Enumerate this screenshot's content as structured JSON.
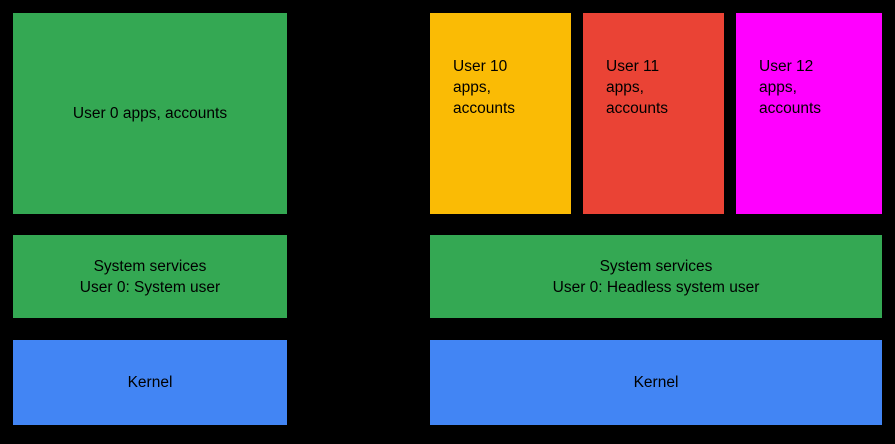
{
  "diagram": {
    "background_color": "#000000",
    "text_color": "#000000",
    "palette": {
      "green": "#34A853",
      "yellow": "#FABB05",
      "red": "#EA4335",
      "magenta": "#FF00FF",
      "blue": "#4285F4"
    },
    "columns": [
      {
        "id": "single-user-stack",
        "layers": [
          {
            "name": "user-apps-layer",
            "label": "User 0 apps, accounts",
            "color": "#34A853"
          },
          {
            "name": "system-services-layer",
            "label": "System services\nUser 0: System user",
            "line1": "System services",
            "line2": "User 0: System user",
            "color": "#34A853"
          },
          {
            "name": "kernel-layer",
            "label": "Kernel",
            "color": "#4285F4"
          }
        ]
      },
      {
        "id": "multi-user-stack",
        "layers": [
          {
            "name": "user-apps-layer",
            "users": [
              {
                "label": "User 10\napps,\naccounts",
                "line1": "User 10",
                "line2": "apps,",
                "line3": "accounts",
                "color": "#FABB05"
              },
              {
                "label": "User 11\napps,\naccounts",
                "line1": "User 11",
                "line2": "apps,",
                "line3": "accounts",
                "color": "#EA4335"
              },
              {
                "label": "User 12\napps,\naccounts",
                "line1": "User 12",
                "line2": "apps,",
                "line3": "accounts",
                "color": "#FF00FF"
              }
            ]
          },
          {
            "name": "system-services-layer",
            "label": "System services\nUser 0: Headless system user",
            "line1": "System services",
            "line2": "User 0: Headless system user",
            "color": "#34A853"
          },
          {
            "name": "kernel-layer",
            "label": "Kernel",
            "color": "#4285F4"
          }
        ]
      }
    ]
  }
}
